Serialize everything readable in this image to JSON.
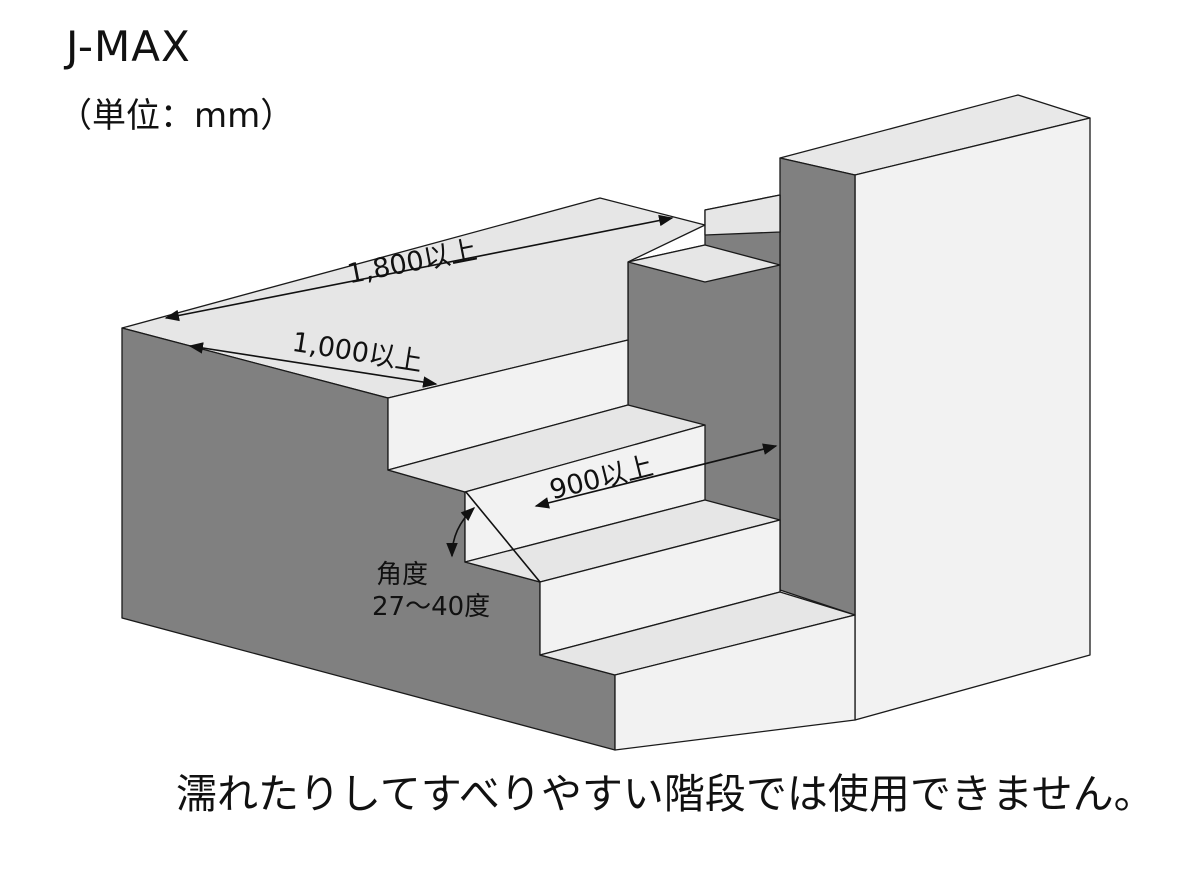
{
  "title": "J-MAX",
  "unit_label": "（単位：mm）",
  "dimensions": {
    "total_length": "1,800以上",
    "landing_length": "1,000以上",
    "width": "900以上"
  },
  "angle": {
    "label": "角度",
    "range": "27～40度"
  },
  "footer_note": "濡れたりしてすべりやすい階段では使用できません。",
  "colors": {
    "light_face": "#f2f2f2",
    "top_face": "#e6e6e6",
    "dark_face": "#808080",
    "outline": "#1a1a1a"
  }
}
